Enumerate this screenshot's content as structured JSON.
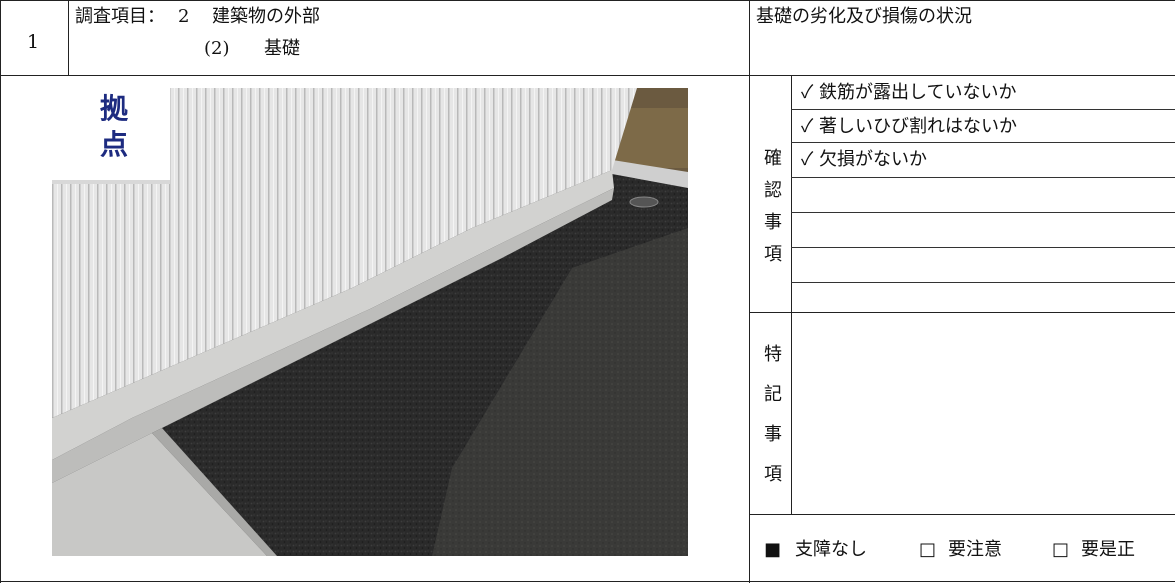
{
  "header": {
    "number": "1",
    "item_label": "調査項目：",
    "item_no": "2",
    "item_name": "建築物の外部",
    "sub_no": "(2)",
    "sub_name": "基礎",
    "title": "基礎の劣化及び損傷の状況"
  },
  "photo": {
    "sign_text": [
      "拠",
      "点"
    ]
  },
  "confirm": {
    "label": [
      "確",
      "認",
      "事",
      "項"
    ],
    "items": [
      "✓ 鉄筋が露出していないか",
      "✓ 著しいひび割れはないか",
      "✓ 欠損がないか",
      "",
      "",
      "",
      "",
      ""
    ]
  },
  "notes": {
    "label": [
      "特",
      "記",
      "事",
      "項"
    ]
  },
  "status": {
    "options": [
      {
        "mark": "■",
        "label": "支障なし"
      },
      {
        "mark": "□",
        "label": "要注意"
      },
      {
        "mark": "□",
        "label": "要是正"
      }
    ]
  }
}
